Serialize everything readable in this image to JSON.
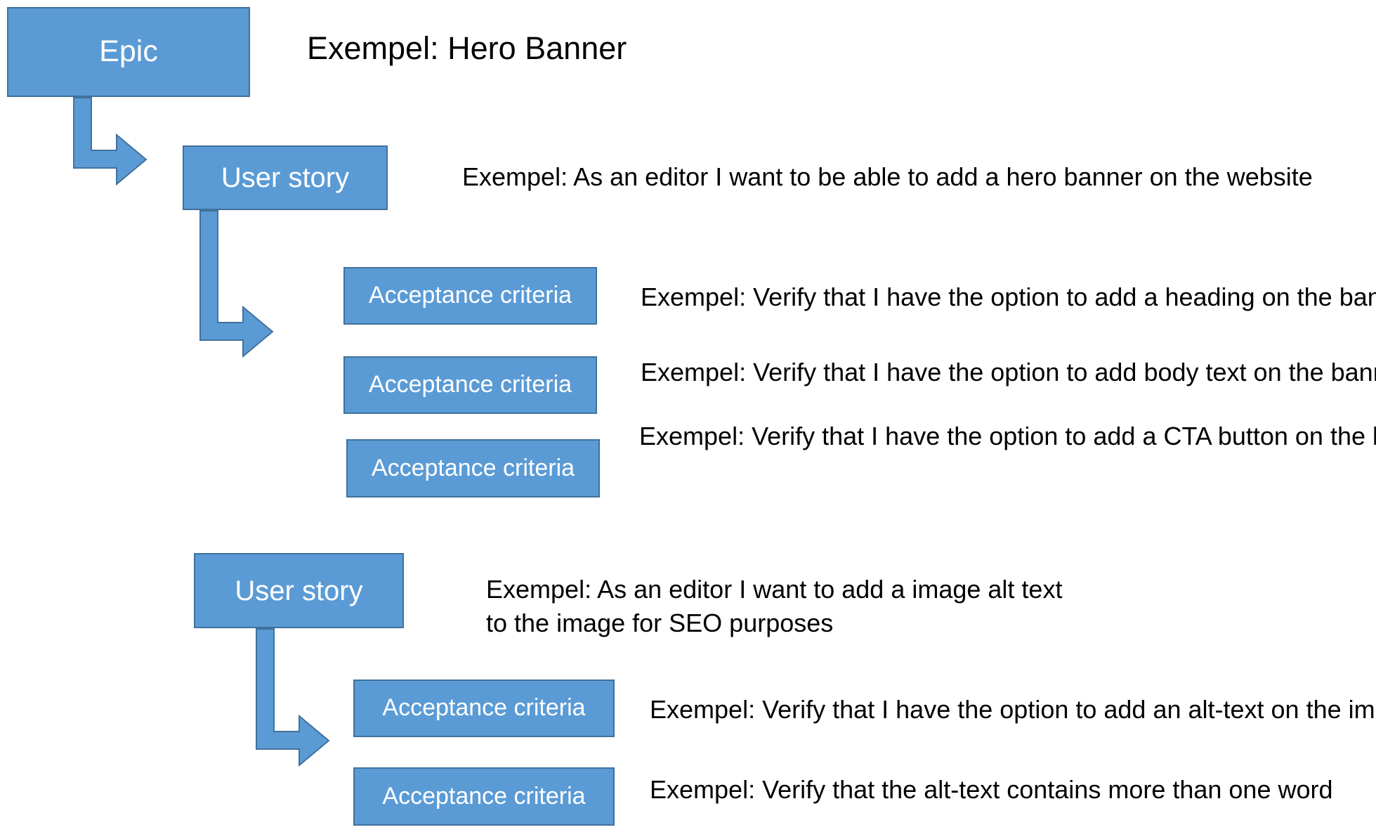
{
  "diagram": {
    "title": "Exempel: Hero Banner",
    "nodes": {
      "epic": "Epic",
      "user_story_1": "User story",
      "user_story_2": "User story",
      "acceptance_criteria_1": "Acceptance criteria",
      "acceptance_criteria_2": "Acceptance criteria",
      "acceptance_criteria_3": "Acceptance criteria",
      "acceptance_criteria_4": "Acceptance criteria",
      "acceptance_criteria_5": "Acceptance criteria"
    },
    "captions": {
      "epic": "Exempel: Hero Banner",
      "user_story_1": "Exempel: As an editor I want to be able to add a hero banner on the website",
      "acceptance_criteria_1": "Exempel: Verify that I have the option to add a heading on the banner",
      "acceptance_criteria_2": "Exempel: Verify that I have the option to add body text on the banner",
      "acceptance_criteria_3": "Exempel: Verify that I have the option to add a CTA button on the banner",
      "user_story_2": "Exempel: As an editor I want to add a image alt text to the image for SEO purposes",
      "acceptance_criteria_4": "Exempel: Verify that I have the option to add an alt-text on the image",
      "acceptance_criteria_5": "Exempel: Verify that the alt-text contains more than one word"
    },
    "colors": {
      "node_fill": "#5B9BD5",
      "node_border": "#41719C",
      "node_text": "#FFFFFF",
      "caption_text": "#000000",
      "background": "#FFFFFF"
    }
  }
}
